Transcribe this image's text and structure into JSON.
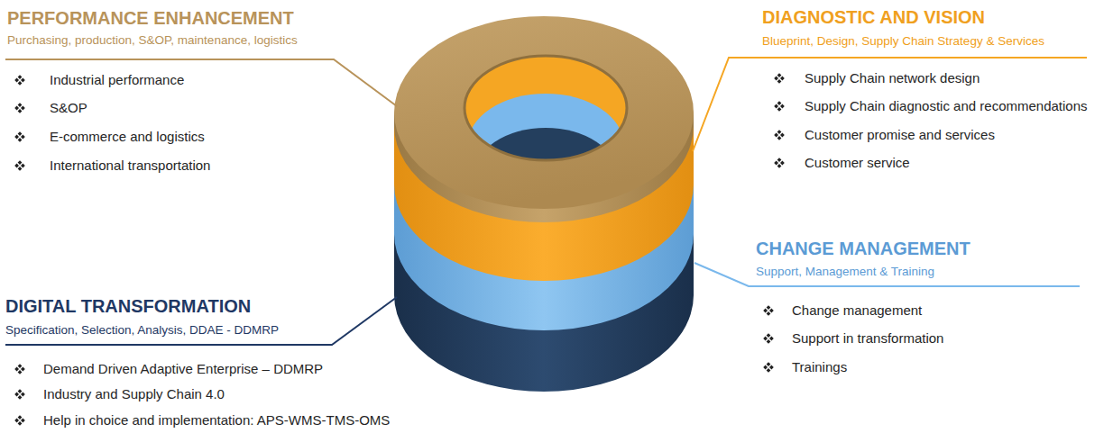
{
  "diagram": {
    "labels": [
      "PERFORMANCE ENHANCEMENT",
      "Purchasing, production, S&OP, maintenance, logistics",
      "Industrial performance",
      "S&OP",
      "E-commerce and logistics",
      "International transportation",
      "DIAGNOSTIC AND VISION",
      "Blueprint, Design, Supply Chain Strategy & Services",
      "Supply Chain network design",
      "Supply Chain diagnostic and recommendations",
      "Customer promise and services",
      "Customer service",
      "CHANGE MANAGEMENT",
      "Support, Management & Training",
      "Change management",
      "Support in transformation",
      "Trainings",
      "DIGITAL TRANSFORMATION",
      "Specification, Selection, Analysis, DDAE - DDMRP",
      "Demand Driven Adaptive Enterprise – DDMRP",
      "Industry and Supply Chain 4.0",
      "Help in choice and implementation: APS-WMS-TMS-OMS"
    ]
  }
}
